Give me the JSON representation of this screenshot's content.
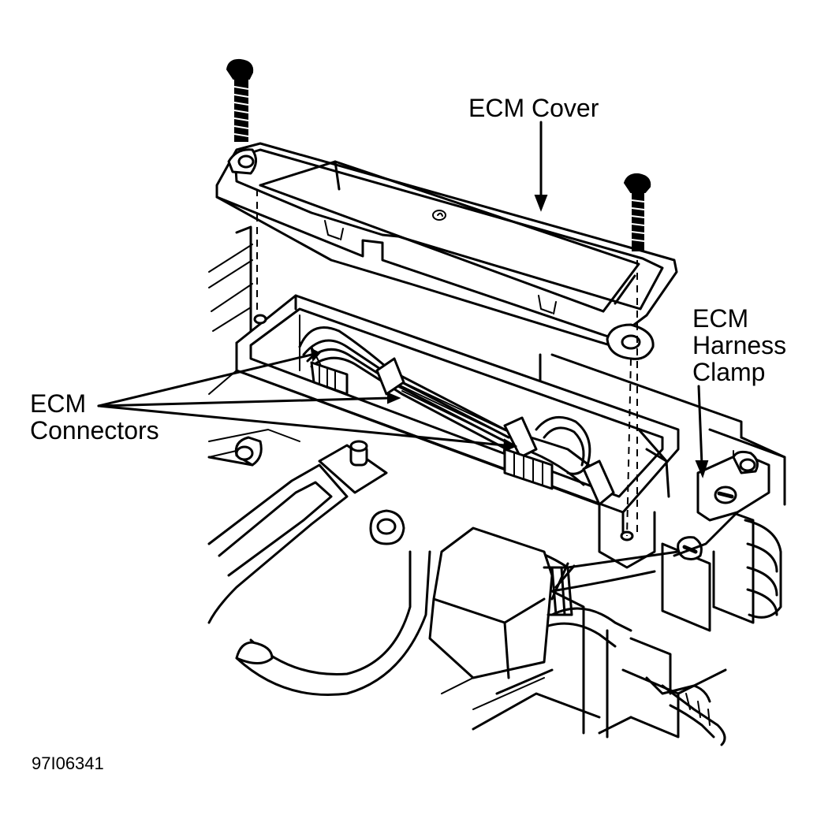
{
  "labels": {
    "ecm_cover": "ECM Cover",
    "ecm_harness_clamp_line1": "ECM",
    "ecm_harness_clamp_line2": "Harness",
    "ecm_harness_clamp_line3": "Clamp",
    "ecm_connectors_line1": "ECM",
    "ecm_connectors_line2": "Connectors"
  },
  "figure_id": "97I06341"
}
